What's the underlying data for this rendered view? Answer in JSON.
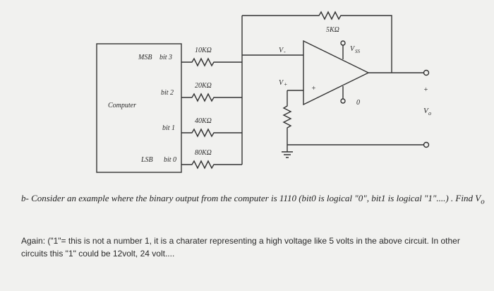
{
  "labels": {
    "computer": "Computer",
    "msb": "MSB",
    "lsb": "LSB",
    "bit3": "bit 3",
    "bit2": "bit 2",
    "bit1": "bit 1",
    "bit0": "bit 0",
    "plus": "+",
    "vminus": "V",
    "vminus_sub": "-",
    "vplus": "V",
    "vplus_sub": "+",
    "vss": "V",
    "vss_sub": "SS",
    "zero": "0",
    "vout": "V",
    "vout_sub": "o"
  },
  "resistors": {
    "r1": "10KΩ",
    "r2": "20KΩ",
    "r3": "40KΩ",
    "r4": "80KΩ",
    "rf": "5KΩ"
  },
  "question": {
    "text": "b- Consider an example where the binary output from the computer is 1110 (bit0 is logical \"0\", bit1 is logical \"1\"....) . Find V",
    "sub": "o"
  },
  "note": "Again: (\"1\"= this is not a number 1, it is a charater representing a high voltage like 5 volts in the above circuit. In other circuits this \"1\" could be 12volt, 24 volt...."
}
